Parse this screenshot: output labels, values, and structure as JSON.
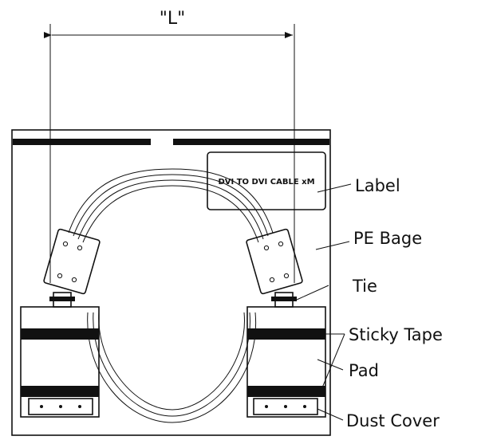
{
  "dimension": {
    "text": "\"L\""
  },
  "label_box": {
    "text": "DVI TO DVI CABLE xM"
  },
  "callouts": [
    {
      "key": "label",
      "text": "Label"
    },
    {
      "key": "pe-bag",
      "text": "PE Bage"
    },
    {
      "key": "tie",
      "text": "Tie"
    },
    {
      "key": "sticky-tape",
      "text": "Sticky Tape"
    },
    {
      "key": "pad",
      "text": "Pad"
    },
    {
      "key": "dust-cover",
      "text": "Dust Cover"
    }
  ]
}
